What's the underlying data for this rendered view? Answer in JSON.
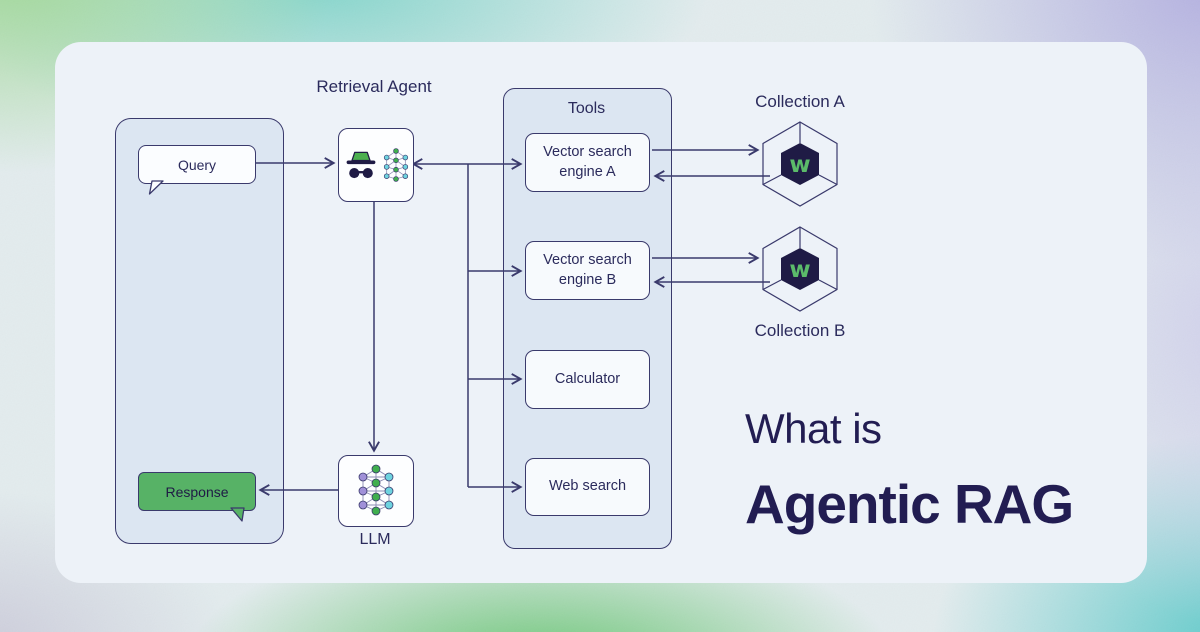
{
  "title": {
    "prefix": "What is",
    "main": "Agentic RAG"
  },
  "chat_panel": {
    "query_label": "Query",
    "response_label": "Response"
  },
  "retrieval_agent": {
    "label": "Retrieval Agent"
  },
  "llm": {
    "label": "LLM"
  },
  "tools": {
    "header": "Tools",
    "items": [
      "Vector search engine A",
      "Vector search engine B",
      "Calculator",
      "Web search"
    ]
  },
  "collections": {
    "a": "Collection A",
    "b": "Collection B"
  },
  "icons": {
    "agent": "spy-incognito-icon",
    "network": "neural-network-icon",
    "collection": "weaviate-hexagon-icon"
  },
  "colors": {
    "line_navy": "#3a3a6c",
    "text_navy": "#2b2b5c",
    "title_navy": "#221d52",
    "card_bg": "#edf2f8",
    "panel_blue": "#dce6f2",
    "box_white": "#f7fafd",
    "response_green": "#57b266",
    "hex_fill_navy": "#1f1b45",
    "logo_green": "#5bbb6a",
    "node_green": "#3fae4e",
    "node_purple": "#a090d8",
    "node_cyan": "#6ed3df",
    "bg_gradient": [
      "#a0d896",
      "#76d2c6",
      "#b2aee0",
      "#58c8c8",
      "#60c26a"
    ]
  }
}
